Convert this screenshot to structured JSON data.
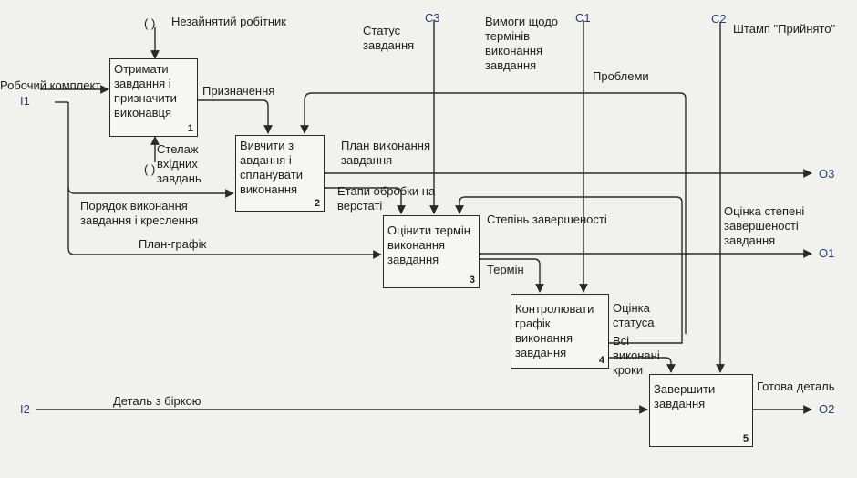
{
  "blocks": [
    {
      "id": "b1",
      "title": "Отримати\nзавдання і\nпризначити\nвиконавця",
      "number": "1"
    },
    {
      "id": "b2",
      "title": "Вивчити з\nавдання і\nспланувати\nвиконання",
      "number": "2"
    },
    {
      "id": "b3",
      "title": "Оцінити термін\nвиконання\nзавдання",
      "number": "3"
    },
    {
      "id": "b4",
      "title": "Контролювати\nграфік\nвиконання\nзавдання",
      "number": "4"
    },
    {
      "id": "b5",
      "title": "Завершити\nзавдання",
      "number": "5"
    }
  ],
  "codes": {
    "i1": "I1",
    "i2": "I2",
    "c1": "C1",
    "c2": "C2",
    "c3": "C3",
    "o1": "O1",
    "o2": "O2",
    "o3": "O3",
    "paren_top": "( )",
    "paren_low": "( )"
  },
  "labels": {
    "free_worker": "Незайнятий робітник",
    "task_status": "Статус\nзавдання",
    "deadline_req": "Вимоги щодо\nтермінів\nвиконання\nзавдання",
    "stamp": "Штамп \"Прийнято\"",
    "work_kit": "Робочий комплект",
    "assignment": "Призначення",
    "problems": "Проблеми",
    "incoming_track": "Стелаж\nвхідних\nзавдань",
    "exec_plan": "План виконання\nзавдання",
    "order_drawings": "Порядок виконання\nзавдання і креслення",
    "stages": "Етапи обробки на\nверстаті",
    "completion_degree": "Степінь завершеності",
    "completion_estimate": "Оцінка степені\nзавершеності\nзавдання",
    "schedule": "План-графік",
    "term": "Термін",
    "status_estimate": "Оцінка\nстатуса",
    "all_steps": "Всі\nвиконані\nкроки",
    "ready_part": "Готова деталь",
    "tagged_part": "Деталь з біркою"
  }
}
